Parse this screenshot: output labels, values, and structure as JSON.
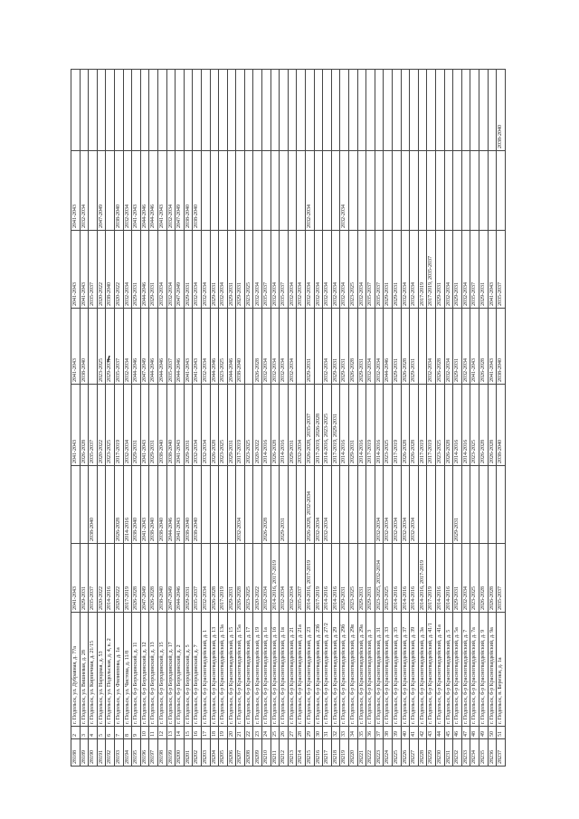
{
  "rows": [
    {
      "id": "28188",
      "n": "2",
      "addr": "г. Подольск, ул. Дубравная, д. 77а",
      "y": [
        "2041-2043",
        "",
        "2041-2043",
        "2041-2043",
        "2041-2043",
        "2041-2043",
        ""
      ]
    },
    {
      "id": "28189",
      "n": "3",
      "addr": "г. Подольск, ул. Вишневая, д. 28",
      "y": [
        "2029-2031",
        "",
        "2026-2028",
        "2038-2040",
        "2041-2043",
        "2032-2034",
        ""
      ]
    },
    {
      "id": "28190",
      "n": "4",
      "addr": "г. Подольск, ул. Кирпичная, д. 21/15",
      "y": [
        "2035-2037",
        "2038-2040",
        "2035-2037",
        "",
        "2035-2037",
        "",
        ""
      ]
    },
    {
      "id": "28191",
      "n": "5",
      "addr": "г. Подольск, ул. Народная, д. 53",
      "y": [
        "2020-2022",
        "",
        "2020-2022",
        "2023-2025",
        "2020-2022",
        "2047-2049",
        ""
      ]
    },
    {
      "id": "28192",
      "n": "6",
      "addr": "г. Подольск, ул. Подольская, д. 4, к. 2",
      "y": [
        "2014-2016",
        "",
        "2023-2025",
        "2029-2031",
        "2038-2040",
        "",
        ""
      ]
    },
    {
      "id": "28193",
      "n": "7",
      "addr": "г. Подольск, ул. Филиппова, д. 1а",
      "y": [
        "2020-2022",
        "2026-2028",
        "2017-2019",
        "2035-2037",
        "2020-2022",
        "2038-2040",
        ""
      ]
    },
    {
      "id": "28194",
      "n": "8",
      "addr": "г. Подольск, ул. Чистова, д. 11/8",
      "y": [
        "2017-2019",
        "2014-2016",
        "2032-2034",
        "2032-2034",
        "2032-2034",
        "2032-2034",
        ""
      ]
    },
    {
      "id": "28195",
      "n": "9",
      "addr": "г. Подольск, б-р Бородинский, д. 11",
      "y": [
        "2026-2028",
        "2038-2040",
        "2029-2031",
        "2044-2046",
        "2029-2031",
        "2041-2043",
        ""
      ]
    },
    {
      "id": "28196",
      "n": "10",
      "addr": "г. Подольск, б-р Бородинский, д. 12",
      "y": [
        "2047-2049",
        "2041-2043",
        "2041-2043",
        "2047-2049",
        "2044-2046",
        "2044-2046",
        ""
      ]
    },
    {
      "id": "28197",
      "n": "11",
      "addr": "г. Подольск, б-р Бородинский, д. 13",
      "y": [
        "2026-2028",
        "2038-2040",
        "2029-2031",
        "2044-2046",
        "2029-2031",
        "2044-2046",
        ""
      ]
    },
    {
      "id": "28198",
      "n": "12",
      "addr": "г. Подольск, б-р Бородинский, д. 15",
      "y": [
        "2038-2040",
        "2038-2040",
        "2038-2040",
        "2044-2046",
        "2032-2034",
        "2041-2043",
        ""
      ]
    },
    {
      "id": "28199",
      "n": "13",
      "addr": "г. Подольск, б-р Бородинский, д. 17",
      "y": [
        "2047-2049",
        "2044-2046",
        "2038-2040",
        "2035-2037",
        "2032-2034",
        "2032-2034",
        ""
      ]
    },
    {
      "id": "28200",
      "n": "14",
      "addr": "г. Подольск, б-р Бородинский, д. 2",
      "y": [
        "2044-2046",
        "2041-2043",
        "2041-2043",
        "2044-2046",
        "2047-2049",
        "2047-2049",
        ""
      ]
    },
    {
      "id": "28201",
      "n": "15",
      "addr": "г. Подольск, б-р Бородинский, д. 5",
      "y": [
        "2029-2031",
        "2038-2040",
        "2029-2031",
        "2041-2043",
        "2029-2031",
        "2038-2040",
        ""
      ]
    },
    {
      "id": "28202",
      "n": "16",
      "addr": "г. Подольск, б-р Бородинский, д. 7",
      "y": [
        "2035-2037",
        "2038-2040",
        "2032-2034",
        "2041-2043",
        "2032-2034",
        "2038-2040",
        ""
      ]
    },
    {
      "id": "28203",
      "n": "17",
      "addr": "г. Подольск, б-р Красногвардейский, д. 1",
      "y": [
        "2032-2034",
        "",
        "2032-2034",
        "2032-2034",
        "2032-2034",
        "",
        ""
      ]
    },
    {
      "id": "28204",
      "n": "18",
      "addr": "г. Подольск, б-р Красногвардейский, д. 13",
      "y": [
        "2026-2028",
        "",
        "2026-2028",
        "2044-2046",
        "2029-2031",
        "",
        ""
      ]
    },
    {
      "id": "28205",
      "n": "19",
      "addr": "г. Подольск, б-р Красногвардейский, д. 13а",
      "y": [
        "2017-2019",
        "",
        "2023-2025",
        "2023-2025",
        "2032-2034",
        "",
        ""
      ]
    },
    {
      "id": "28206",
      "n": "20",
      "addr": "г. Подольск, б-р Красногвардейский, д. 15",
      "y": [
        "2029-2031",
        "",
        "2029-2031",
        "2044-2046",
        "2029-2031",
        "",
        ""
      ]
    },
    {
      "id": "28207",
      "n": "21",
      "addr": "г. Подольск, б-р Красногвардейский, д. 15а",
      "y": [
        "2026-2028",
        "2032-2034",
        "2017-2019",
        "2038-2040",
        "2029-2031",
        "",
        ""
      ]
    },
    {
      "id": "28208",
      "n": "22",
      "addr": "г. Подольск, б-р Красногвардейский, д. 17",
      "y": [
        "2023-2025",
        "",
        "2023-2025",
        "",
        "2023-2025",
        "",
        ""
      ]
    },
    {
      "id": "28209",
      "n": "23",
      "addr": "г. Подольск, б-р Красногвардейский, д. 19",
      "y": [
        "2020-2022",
        "",
        "2020-2022",
        "2026-2028",
        "2032-2034",
        "",
        ""
      ]
    },
    {
      "id": "28210",
      "n": "24",
      "addr": "г. Подольск, б-р Красногвардейский, д. 1а",
      "y": [
        "2032-2034",
        "2026-2028",
        "2014-2016",
        "2032-2034",
        "2035-2037",
        "",
        ""
      ]
    },
    {
      "id": "28211",
      "n": "25",
      "addr": "г. Подольск, б-р Красногвардейский, д. 1б",
      "y": [
        "2014-2016, 2017-2019",
        "",
        "2026-2028",
        "2032-2034",
        "2032-2034",
        "",
        ""
      ]
    },
    {
      "id": "28212",
      "n": "26",
      "addr": "г. Подольск, б-р Красногвардейский, д. 1в",
      "y": [
        "2032-2034",
        "2029-2031",
        "2014-2016",
        "2032-2034",
        "2035-2037",
        "",
        ""
      ]
    },
    {
      "id": "28213",
      "n": "27",
      "addr": "г. Подольск, б-р Красногвардейский, д. 21",
      "y": [
        "2032-2034",
        "",
        "2029-2031",
        "2032-2034",
        "2032-2034",
        "",
        ""
      ]
    },
    {
      "id": "28214",
      "n": "28",
      "addr": "г. Подольск, б-р Красногвардейский, д. 21а",
      "y": [
        "2035-2037",
        "",
        "2032-2034",
        "",
        "2032-2034",
        "",
        ""
      ]
    },
    {
      "id": "28215",
      "n": "29",
      "addr": "г. Подольск, б-р Красногвардейский, д. 23",
      "y": [
        "2014-2016, 2017-2019",
        "2026-2028, 2032-2034",
        "2026-2028, 2035-2037",
        "2029-2031",
        "2032-2034",
        "2032-2034",
        ""
      ]
    },
    {
      "id": "28216",
      "n": "30",
      "addr": "г. Подольск, б-р Красногвардейский, д. 23б",
      "y": [
        "2017-2019",
        "2032-2034",
        "2017-2019, 2026-2028",
        "",
        "2032-2034",
        "",
        ""
      ]
    },
    {
      "id": "28217",
      "n": "31",
      "addr": "г. Подольск, б-р Красногвардейский, д. 27/2",
      "y": [
        "2014-2016",
        "2032-2034",
        "2014-2016, 2023-2025",
        "2032-2034",
        "2032-2034",
        "",
        ""
      ]
    },
    {
      "id": "28218",
      "n": "32",
      "addr": "г. Подольск, б-р Красногвардейский, д. 29",
      "y": [
        "2014-2016",
        "",
        "2017-2019, 2029-2031",
        "2029-2031",
        "2032-2034",
        "",
        ""
      ]
    },
    {
      "id": "28219",
      "n": "33",
      "addr": "г. Подольск, б-р Красногвардейский, д. 29б",
      "y": [
        "2029-2031",
        "",
        "2014-2016",
        "2029-2031",
        "2032-2034",
        "2032-2034",
        ""
      ]
    },
    {
      "id": "28220",
      "n": "34",
      "addr": "г. Подольск, б-р Красногвардейский, д. 29в",
      "y": [
        "2023-2025",
        "",
        "2029-2031",
        "2026-2028",
        "2023-2025",
        "",
        ""
      ]
    },
    {
      "id": "28221",
      "n": "35",
      "addr": "г. Подольск, б-р Красногвардейский, д. 29а",
      "y": [
        "2029-2031",
        "",
        "2014-2016",
        "2029-2031",
        "2032-2034",
        "",
        ""
      ]
    },
    {
      "id": "28222",
      "n": "36",
      "addr": "г. Подольск, б-р Красногвардейский, д. 3",
      "y": [
        "2029-2031",
        "",
        "2017-2019",
        "2032-2034",
        "2035-2037",
        "",
        ""
      ]
    },
    {
      "id": "28223",
      "n": "37",
      "addr": "г. Подольск, б-р Красногвардейский, д. 31",
      "y": [
        "2023-2025, 2032-2034",
        "2032-2034",
        "2014-2016",
        "2032-2034",
        "2035-2037",
        "",
        ""
      ]
    },
    {
      "id": "28224",
      "n": "38",
      "addr": "г. Подольск, б-р Красногвардейский, д. 33",
      "y": [
        "2023-2025",
        "2032-2034",
        "2023-2025",
        "2044-2046",
        "2029-2031",
        "",
        ""
      ]
    },
    {
      "id": "28225",
      "n": "39",
      "addr": "г. Подольск, б-р Красногвардейский, д. 35",
      "y": [
        "2014-2016",
        "2032-2034",
        "2017-2019",
        "2029-2031",
        "2029-2031",
        "",
        ""
      ]
    },
    {
      "id": "28226",
      "n": "40",
      "addr": "г. Подольск, б-р Красногвардейский, д. 37",
      "y": [
        "2014-2016",
        "2032-2034",
        "2026-2028",
        "2026-2028",
        "2032-2034",
        "",
        ""
      ]
    },
    {
      "id": "28227",
      "n": "41",
      "addr": "г. Подольск, б-р Красногвардейский, д. 39",
      "y": [
        "2014-2016",
        "2032-2034",
        "2026-2028",
        "2029-2031",
        "2032-2034",
        "",
        ""
      ]
    },
    {
      "id": "28228",
      "n": "42",
      "addr": "г. Подольск, б-р Красногвардейский, д. 3а",
      "y": [
        "2014-2016, 2017-2019",
        "",
        "2017-2019",
        "",
        "2017-2019",
        "",
        ""
      ]
    },
    {
      "id": "28229",
      "n": "43",
      "addr": "г. Подольск, б-р Красногвардейский, д. 41/1",
      "y": [
        "2017-2019",
        "",
        "2017-2019",
        "2032-2034",
        "2017-2019, 2035-2037",
        "",
        ""
      ]
    },
    {
      "id": "28230",
      "n": "44",
      "addr": "г. Подольск, б-р Красногвардейский, д. 41а",
      "y": [
        "2014-2016",
        "",
        "2023-2025",
        "2026-2028",
        "2029-2031",
        "",
        ""
      ]
    },
    {
      "id": "28231",
      "n": "45",
      "addr": "г. Подольск, б-р Красногвардейский, д. 5",
      "y": [
        "2014-2016",
        "",
        "2026-2028",
        "2032-2034",
        "2032-2034",
        "",
        ""
      ]
    },
    {
      "id": "28232",
      "n": "46",
      "addr": "г. Подольск, б-р Красногвардейский, д. 5а",
      "y": [
        "2029-2031",
        "2029-2031",
        "2014-2016",
        "2029-2031",
        "2029-2031",
        "",
        ""
      ]
    },
    {
      "id": "28233",
      "n": "47",
      "addr": "г. Подольск, б-р Красногвардейский, д. 7",
      "y": [
        "2032-2034",
        "",
        "2014-2016",
        "2032-2034",
        "2032-2034",
        "",
        ""
      ]
    },
    {
      "id": "28234",
      "n": "48",
      "addr": "г. Подольск, б-р Красногвардейский, д. 7а",
      "y": [
        "2023-2025",
        "",
        "2023-2025",
        "2041-2043",
        "2035-2037",
        "",
        ""
      ]
    },
    {
      "id": "28235",
      "n": "49",
      "addr": "г. Подольск, б-р Красногвардейский, д. 9",
      "y": [
        "2026-2028",
        "",
        "2026-2028",
        "2026-2028",
        "2029-2031",
        "",
        ""
      ]
    },
    {
      "id": "28236",
      "n": "50",
      "addr": "г. Подольск, б-р Красногвардейский, д. 9а",
      "y": [
        "2026-2028",
        "",
        "2026-2028",
        "2041-2043",
        "2041-2043",
        "",
        ""
      ]
    },
    {
      "id": "28237",
      "n": "51",
      "addr": "г. Подольск, п. Березки, д. 1а",
      "y": [
        "2035-2037",
        "",
        "2038-2040",
        "2038-2040",
        "2035-2037",
        "",
        "2038-2040"
      ]
    }
  ]
}
